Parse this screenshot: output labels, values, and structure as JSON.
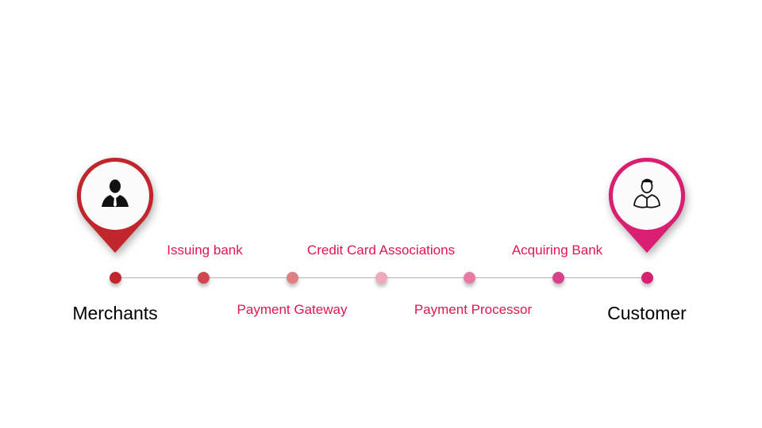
{
  "endpoints": {
    "start": {
      "label": "Merchants",
      "icon": "businessman-icon",
      "color": "#c0272d"
    },
    "end": {
      "label": "Customer",
      "icon": "person-icon",
      "color": "#d81f72"
    }
  },
  "steps": [
    {
      "label": "Issuing bank",
      "position": "above",
      "color": "#d2474f"
    },
    {
      "label": "Payment Gateway",
      "position": "below",
      "color": "#e07f82"
    },
    {
      "label": "Credit Card Associations",
      "position": "above",
      "color": "#efa9bb"
    },
    {
      "label": "Payment Processor",
      "position": "below",
      "color": "#e87aa3"
    },
    {
      "label": "Acquiring Bank",
      "position": "above",
      "color": "#d9418a"
    }
  ],
  "label_color": "#e0174f"
}
